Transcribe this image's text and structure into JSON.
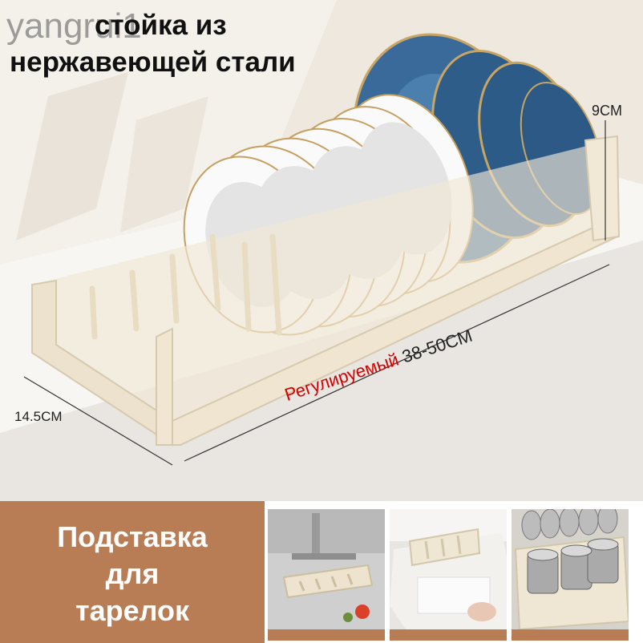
{
  "watermark": "yangrui1",
  "title": {
    "line1": "стойка из",
    "line2": "нержавеющей стали"
  },
  "dimensions": {
    "height": "9CM",
    "width": "14.5CM",
    "length_label": "Регулируемый",
    "length_value": "38-50CM"
  },
  "caption": {
    "line1": "Подставка",
    "line2": "для",
    "line3": "тарелок"
  },
  "thumbnails": [
    "sink-drain-rack-icon",
    "drawer-rack-icon",
    "stacked-bowls-icon"
  ]
}
